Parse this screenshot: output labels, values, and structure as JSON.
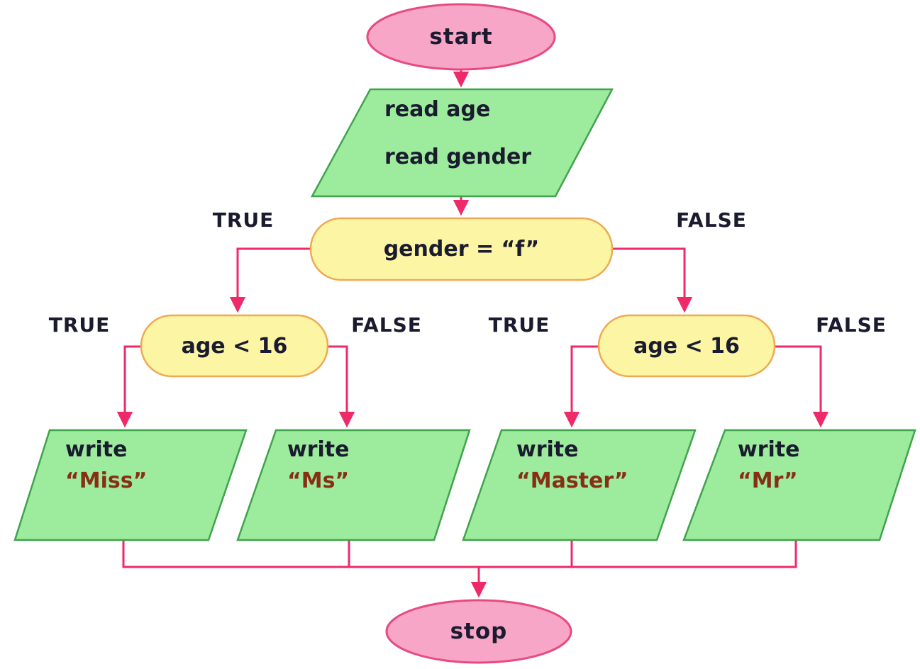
{
  "colors": {
    "terminator_fill": "#f8a6c8",
    "terminator_stroke": "#e84a80",
    "io_fill": "#9deb9d",
    "io_stroke": "#3fa34d",
    "decision_fill": "#fbf5a4",
    "decision_stroke": "#f0a952",
    "connector": "#ee2a68",
    "ink": "#1b1b30",
    "string_ink": "#872f15",
    "canvas_bg": "#ffffff"
  },
  "nodes": {
    "start": {
      "label": "start"
    },
    "read_input": {
      "line1": "read age",
      "line2": "read gender"
    },
    "gender_decision": {
      "label": "gender = “f”"
    },
    "age_decision_left": {
      "label": "age < 16"
    },
    "age_decision_right": {
      "label": "age < 16"
    },
    "write_miss": {
      "keyword": "write",
      "value": "“Miss”"
    },
    "write_ms": {
      "keyword": "write",
      "value": "“Ms”"
    },
    "write_master": {
      "keyword": "write",
      "value": "“Master”"
    },
    "write_mr": {
      "keyword": "write",
      "value": "“Mr”"
    },
    "stop": {
      "label": "stop"
    }
  },
  "branch_labels": {
    "gender_true": "TRUE",
    "gender_false": "FALSE",
    "age_left_true": "TRUE",
    "age_left_false": "FALSE",
    "age_right_true": "TRUE",
    "age_right_false": "FALSE"
  }
}
